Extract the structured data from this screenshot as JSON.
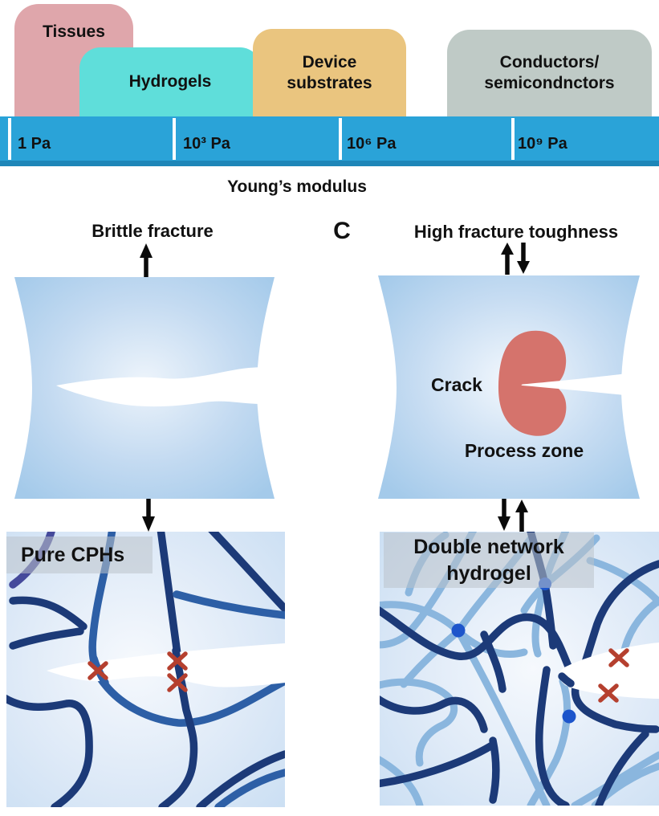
{
  "palette": {
    "bar-blue": "#2aa3d8",
    "bar-edge": "#1e86b8",
    "tissues-pink": "#dfa6ab",
    "hydrogels-cyan": "#5fdeda",
    "substrates-tan": "#eac57f",
    "conductors-gray": "#bfcac6",
    "process-red": "#d5736c",
    "cross-red": "#b5402f",
    "strand-navy": "#1c3a78",
    "strand-medium": "#2d5fa6",
    "strand-purple": "#454a9b",
    "strand-light": "#8ab6de",
    "dot-blue": "#1d55cb",
    "text-black": "#111111"
  },
  "modulus_scale": {
    "boxes": [
      {
        "label": "Tissues"
      },
      {
        "label": "Hydrogels"
      },
      {
        "line1": "Device",
        "line2": "substrates"
      },
      {
        "line1": "Conductors/",
        "line2": "semicondnctors"
      }
    ],
    "ticks": [
      {
        "label": "1 Pa"
      },
      {
        "label": "10³ Pa"
      },
      {
        "label": "10⁶ Pa"
      },
      {
        "label": "10⁹ Pa"
      }
    ],
    "axis_label": "Young’s modulus"
  },
  "fracture": {
    "left": {
      "title": "Brittle fracture"
    },
    "right": {
      "panel_letter": "C",
      "title": "High fracture toughness",
      "crack_label": "Crack",
      "process_zone_label": "Process zone"
    }
  },
  "networks": {
    "left": {
      "label": "Pure CPHs"
    },
    "right": {
      "label_line1": "Double network",
      "label_line2": "hydrogel"
    }
  }
}
